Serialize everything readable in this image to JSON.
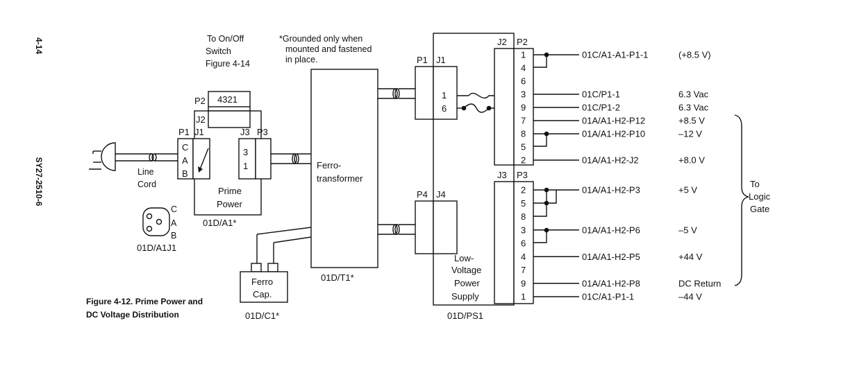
{
  "page": {
    "page_number": "4-14",
    "doc_number": "SY27-2510-6"
  },
  "caption": {
    "line1": "Figure 4-12. Prime Power and",
    "line2": "DC Voltage Distribution"
  },
  "note": {
    "line1": "*Grounded only when",
    "line2": "mounted and fastened",
    "line3": "in place."
  },
  "switch_ref": {
    "line1": "To On/Off",
    "line2": "Switch",
    "line3": "Figure 4-14"
  },
  "plug": {
    "label_line1": "Line",
    "label_line2": "Cord"
  },
  "receptacle": {
    "pins": [
      "C",
      "A",
      "B"
    ],
    "label": "01D/A1J1"
  },
  "prime_power": {
    "name_line1": "Prime",
    "name_line2": "Power",
    "ref": "01D/A1*",
    "p1_label": "P1",
    "j1_label": "J1",
    "p1_pins": [
      "C",
      "A",
      "B"
    ],
    "p2_label": "P2",
    "p2_pins": "4321",
    "j2_label": "J2",
    "j3_label": "J3",
    "p3_label": "P3",
    "j3_pins": [
      "3",
      "1"
    ]
  },
  "ferro_transformer": {
    "name_line1": "Ferro-",
    "name_line2": "transformer",
    "ref": "01D/T1*"
  },
  "ferro_cap": {
    "name_line1": "Ferro",
    "name_line2": "Cap.",
    "ref": "01D/C1*"
  },
  "power_supply": {
    "name_line1": "Low-",
    "name_line2": "Voltage",
    "name_line3": "Power",
    "name_line4": "Supply",
    "ref": "01D/PS1",
    "p1_label": "P1",
    "j1_label": "J1",
    "j1_pins": [
      "1",
      "6"
    ],
    "p4_label": "P4",
    "j4_label": "J4",
    "j2_label": "J2",
    "p2_label": "P2",
    "j3_label": "J3",
    "p3_label": "P3"
  },
  "p2_outputs": [
    {
      "pin": "1",
      "signal": "01C/A1-A1-P1-1",
      "voltage": "(+8.5 V)"
    },
    {
      "pin": "4",
      "signal": "",
      "voltage": ""
    },
    {
      "pin": "6",
      "signal": "",
      "voltage": ""
    },
    {
      "pin": "3",
      "signal": "01C/P1-1",
      "voltage": "6.3 Vac"
    },
    {
      "pin": "9",
      "signal": "01C/P1-2",
      "voltage": "6.3 Vac"
    },
    {
      "pin": "7",
      "signal": "01A/A1-H2-P12",
      "voltage": "+8.5 V"
    },
    {
      "pin": "8",
      "signal": "01A/A1-H2-P10",
      "voltage": "–12 V"
    },
    {
      "pin": "5",
      "signal": "",
      "voltage": ""
    },
    {
      "pin": "2",
      "signal": "01A/A1-H2-J2",
      "voltage": "+8.0 V"
    }
  ],
  "p3_outputs": [
    {
      "pin": "2",
      "signal": "01A/A1-H2-P3",
      "voltage": "+5 V"
    },
    {
      "pin": "5",
      "signal": "",
      "voltage": ""
    },
    {
      "pin": "8",
      "signal": "",
      "voltage": ""
    },
    {
      "pin": "3",
      "signal": "01A/A1-H2-P6",
      "voltage": "–5 V"
    },
    {
      "pin": "6",
      "signal": "",
      "voltage": ""
    },
    {
      "pin": "4",
      "signal": "01A/A1-H2-P5",
      "voltage": "+44 V"
    },
    {
      "pin": "7",
      "signal": "",
      "voltage": ""
    },
    {
      "pin": "9",
      "signal": "01A/A1-H2-P8",
      "voltage": "DC Return"
    },
    {
      "pin": "1",
      "signal": "01C/A1-P1-1",
      "voltage": "–44 V"
    }
  ],
  "logic_gate": {
    "line1": "To",
    "line2": "Logic",
    "line3": "Gate"
  }
}
